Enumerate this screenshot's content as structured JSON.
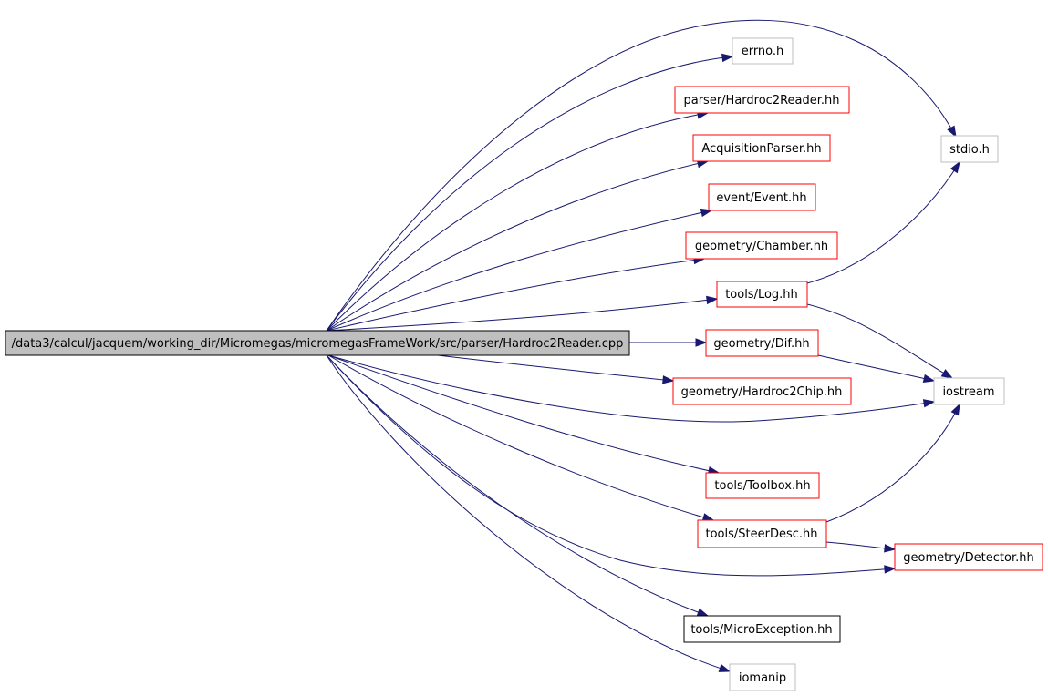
{
  "colors": {
    "edge": "#191970",
    "root_fill": "#bfbfbf",
    "root_border": "#000000",
    "documented_border": "#ff0000",
    "external_border": "#bfbfbf",
    "undocumented_border": "#000000"
  },
  "nodes": {
    "root": {
      "label": "/data3/calcul/jacquem/working_dir/Micromegas/micromegasFrameWork/src/parser/Hardroc2Reader.cpp",
      "kind": "root"
    },
    "errno": {
      "label": "errno.h",
      "kind": "external"
    },
    "hardroc2reader_hh": {
      "label": "parser/Hardroc2Reader.hh",
      "kind": "documented"
    },
    "acquisitionparser": {
      "label": "AcquisitionParser.hh",
      "kind": "documented"
    },
    "event": {
      "label": "event/Event.hh",
      "kind": "documented"
    },
    "chamber": {
      "label": "geometry/Chamber.hh",
      "kind": "documented"
    },
    "log": {
      "label": "tools/Log.hh",
      "kind": "documented"
    },
    "dif": {
      "label": "geometry/Dif.hh",
      "kind": "documented"
    },
    "hardroc2chip": {
      "label": "geometry/Hardroc2Chip.hh",
      "kind": "documented"
    },
    "toolbox": {
      "label": "tools/Toolbox.hh",
      "kind": "documented"
    },
    "steerdesc": {
      "label": "tools/SteerDesc.hh",
      "kind": "documented"
    },
    "microexception": {
      "label": "tools/MicroException.hh",
      "kind": "undocumented"
    },
    "iomanip": {
      "label": "iomanip",
      "kind": "external"
    },
    "stdio": {
      "label": "stdio.h",
      "kind": "external"
    },
    "iostream": {
      "label": "iostream",
      "kind": "external"
    },
    "detector": {
      "label": "geometry/Detector.hh",
      "kind": "documented"
    }
  },
  "edges": [
    {
      "from": "root",
      "to": "stdio"
    },
    {
      "from": "root",
      "to": "errno"
    },
    {
      "from": "root",
      "to": "hardroc2reader_hh"
    },
    {
      "from": "root",
      "to": "acquisitionparser"
    },
    {
      "from": "root",
      "to": "event"
    },
    {
      "from": "root",
      "to": "chamber"
    },
    {
      "from": "root",
      "to": "log"
    },
    {
      "from": "root",
      "to": "dif"
    },
    {
      "from": "root",
      "to": "hardroc2chip"
    },
    {
      "from": "root",
      "to": "iostream"
    },
    {
      "from": "root",
      "to": "toolbox"
    },
    {
      "from": "root",
      "to": "steerdesc"
    },
    {
      "from": "root",
      "to": "detector"
    },
    {
      "from": "root",
      "to": "microexception"
    },
    {
      "from": "root",
      "to": "iomanip"
    },
    {
      "from": "log",
      "to": "stdio"
    },
    {
      "from": "log",
      "to": "iostream"
    },
    {
      "from": "dif",
      "to": "iostream"
    },
    {
      "from": "steerdesc",
      "to": "iostream"
    },
    {
      "from": "steerdesc",
      "to": "detector"
    }
  ]
}
